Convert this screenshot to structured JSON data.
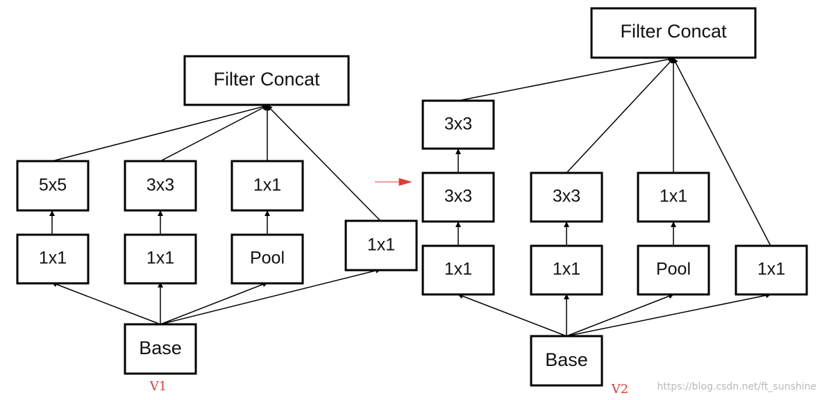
{
  "colors": {
    "box_stroke": "#000000",
    "edge": "#000000",
    "version_label": "#e53935",
    "transition_arrow": "#e53935",
    "watermark": "#b9b9b9"
  },
  "diagrams": [
    {
      "id": "v1",
      "version_label": "V1",
      "nodes": {
        "filter_concat": "Filter Concat",
        "branch1_top": "5x5",
        "branch1_bottom": "1x1",
        "branch2_top": "3x3",
        "branch2_bottom": "1x1",
        "branch3_top": "1x1",
        "branch3_bottom": "Pool",
        "branch4": "1x1",
        "base": "Base"
      }
    },
    {
      "id": "v2",
      "version_label": "V2",
      "nodes": {
        "filter_concat": "Filter Concat",
        "branch1_top": "3x3",
        "branch1_middle": "3x3",
        "branch1_bottom": "1x1",
        "branch2_top": "3x3",
        "branch2_bottom": "1x1",
        "branch3_top": "1x1",
        "branch3_bottom": "Pool",
        "branch4": "1x1",
        "base": "Base"
      }
    }
  ],
  "transition_arrow_icon": "red-right-arrow-icon",
  "watermark": "https://blog.csdn.net/ft_sunshine"
}
